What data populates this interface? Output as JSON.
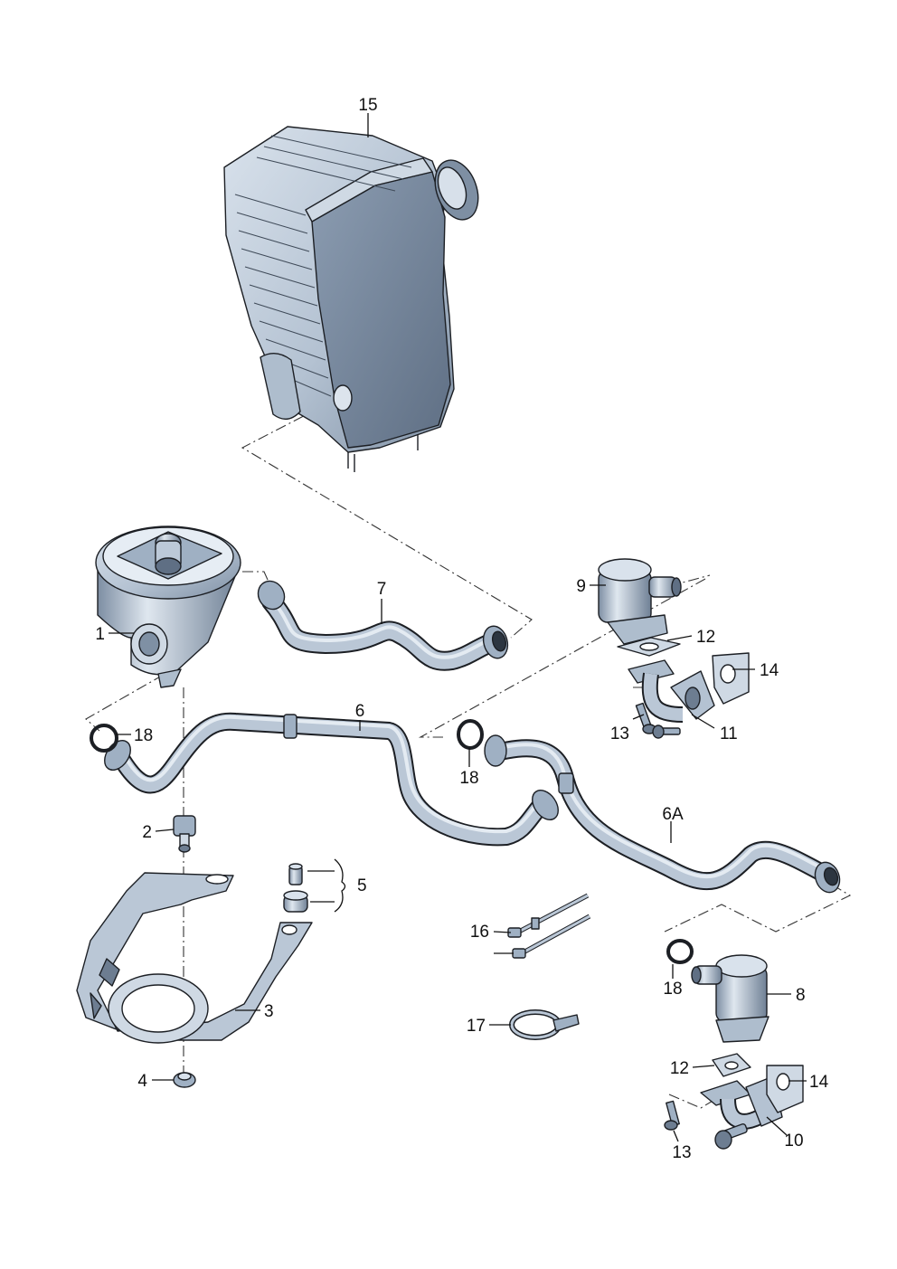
{
  "colors": {
    "part_fill": "#bac7d6",
    "part_light": "#d9e2ec",
    "part_dark": "#6d7d91",
    "outline": "#1c1f24",
    "background": "#ffffff"
  },
  "callouts": [
    {
      "id": "c15",
      "label": "15"
    },
    {
      "id": "c1",
      "label": "1"
    },
    {
      "id": "c7",
      "label": "7"
    },
    {
      "id": "c9",
      "label": "9"
    },
    {
      "id": "c12a",
      "label": "12"
    },
    {
      "id": "c14a",
      "label": "14"
    },
    {
      "id": "c13a",
      "label": "13"
    },
    {
      "id": "c11",
      "label": "11"
    },
    {
      "id": "c18a",
      "label": "18"
    },
    {
      "id": "c6",
      "label": "6"
    },
    {
      "id": "c18b",
      "label": "18"
    },
    {
      "id": "c2",
      "label": "2"
    },
    {
      "id": "c6a",
      "label": "6A"
    },
    {
      "id": "c5",
      "label": "5"
    },
    {
      "id": "c16",
      "label": "16"
    },
    {
      "id": "c3",
      "label": "3"
    },
    {
      "id": "c18c",
      "label": "18"
    },
    {
      "id": "c8",
      "label": "8"
    },
    {
      "id": "c17",
      "label": "17"
    },
    {
      "id": "c12b",
      "label": "12"
    },
    {
      "id": "c14b",
      "label": "14"
    },
    {
      "id": "c4",
      "label": "4"
    },
    {
      "id": "c10",
      "label": "10"
    },
    {
      "id": "c13b",
      "label": "13"
    }
  ]
}
